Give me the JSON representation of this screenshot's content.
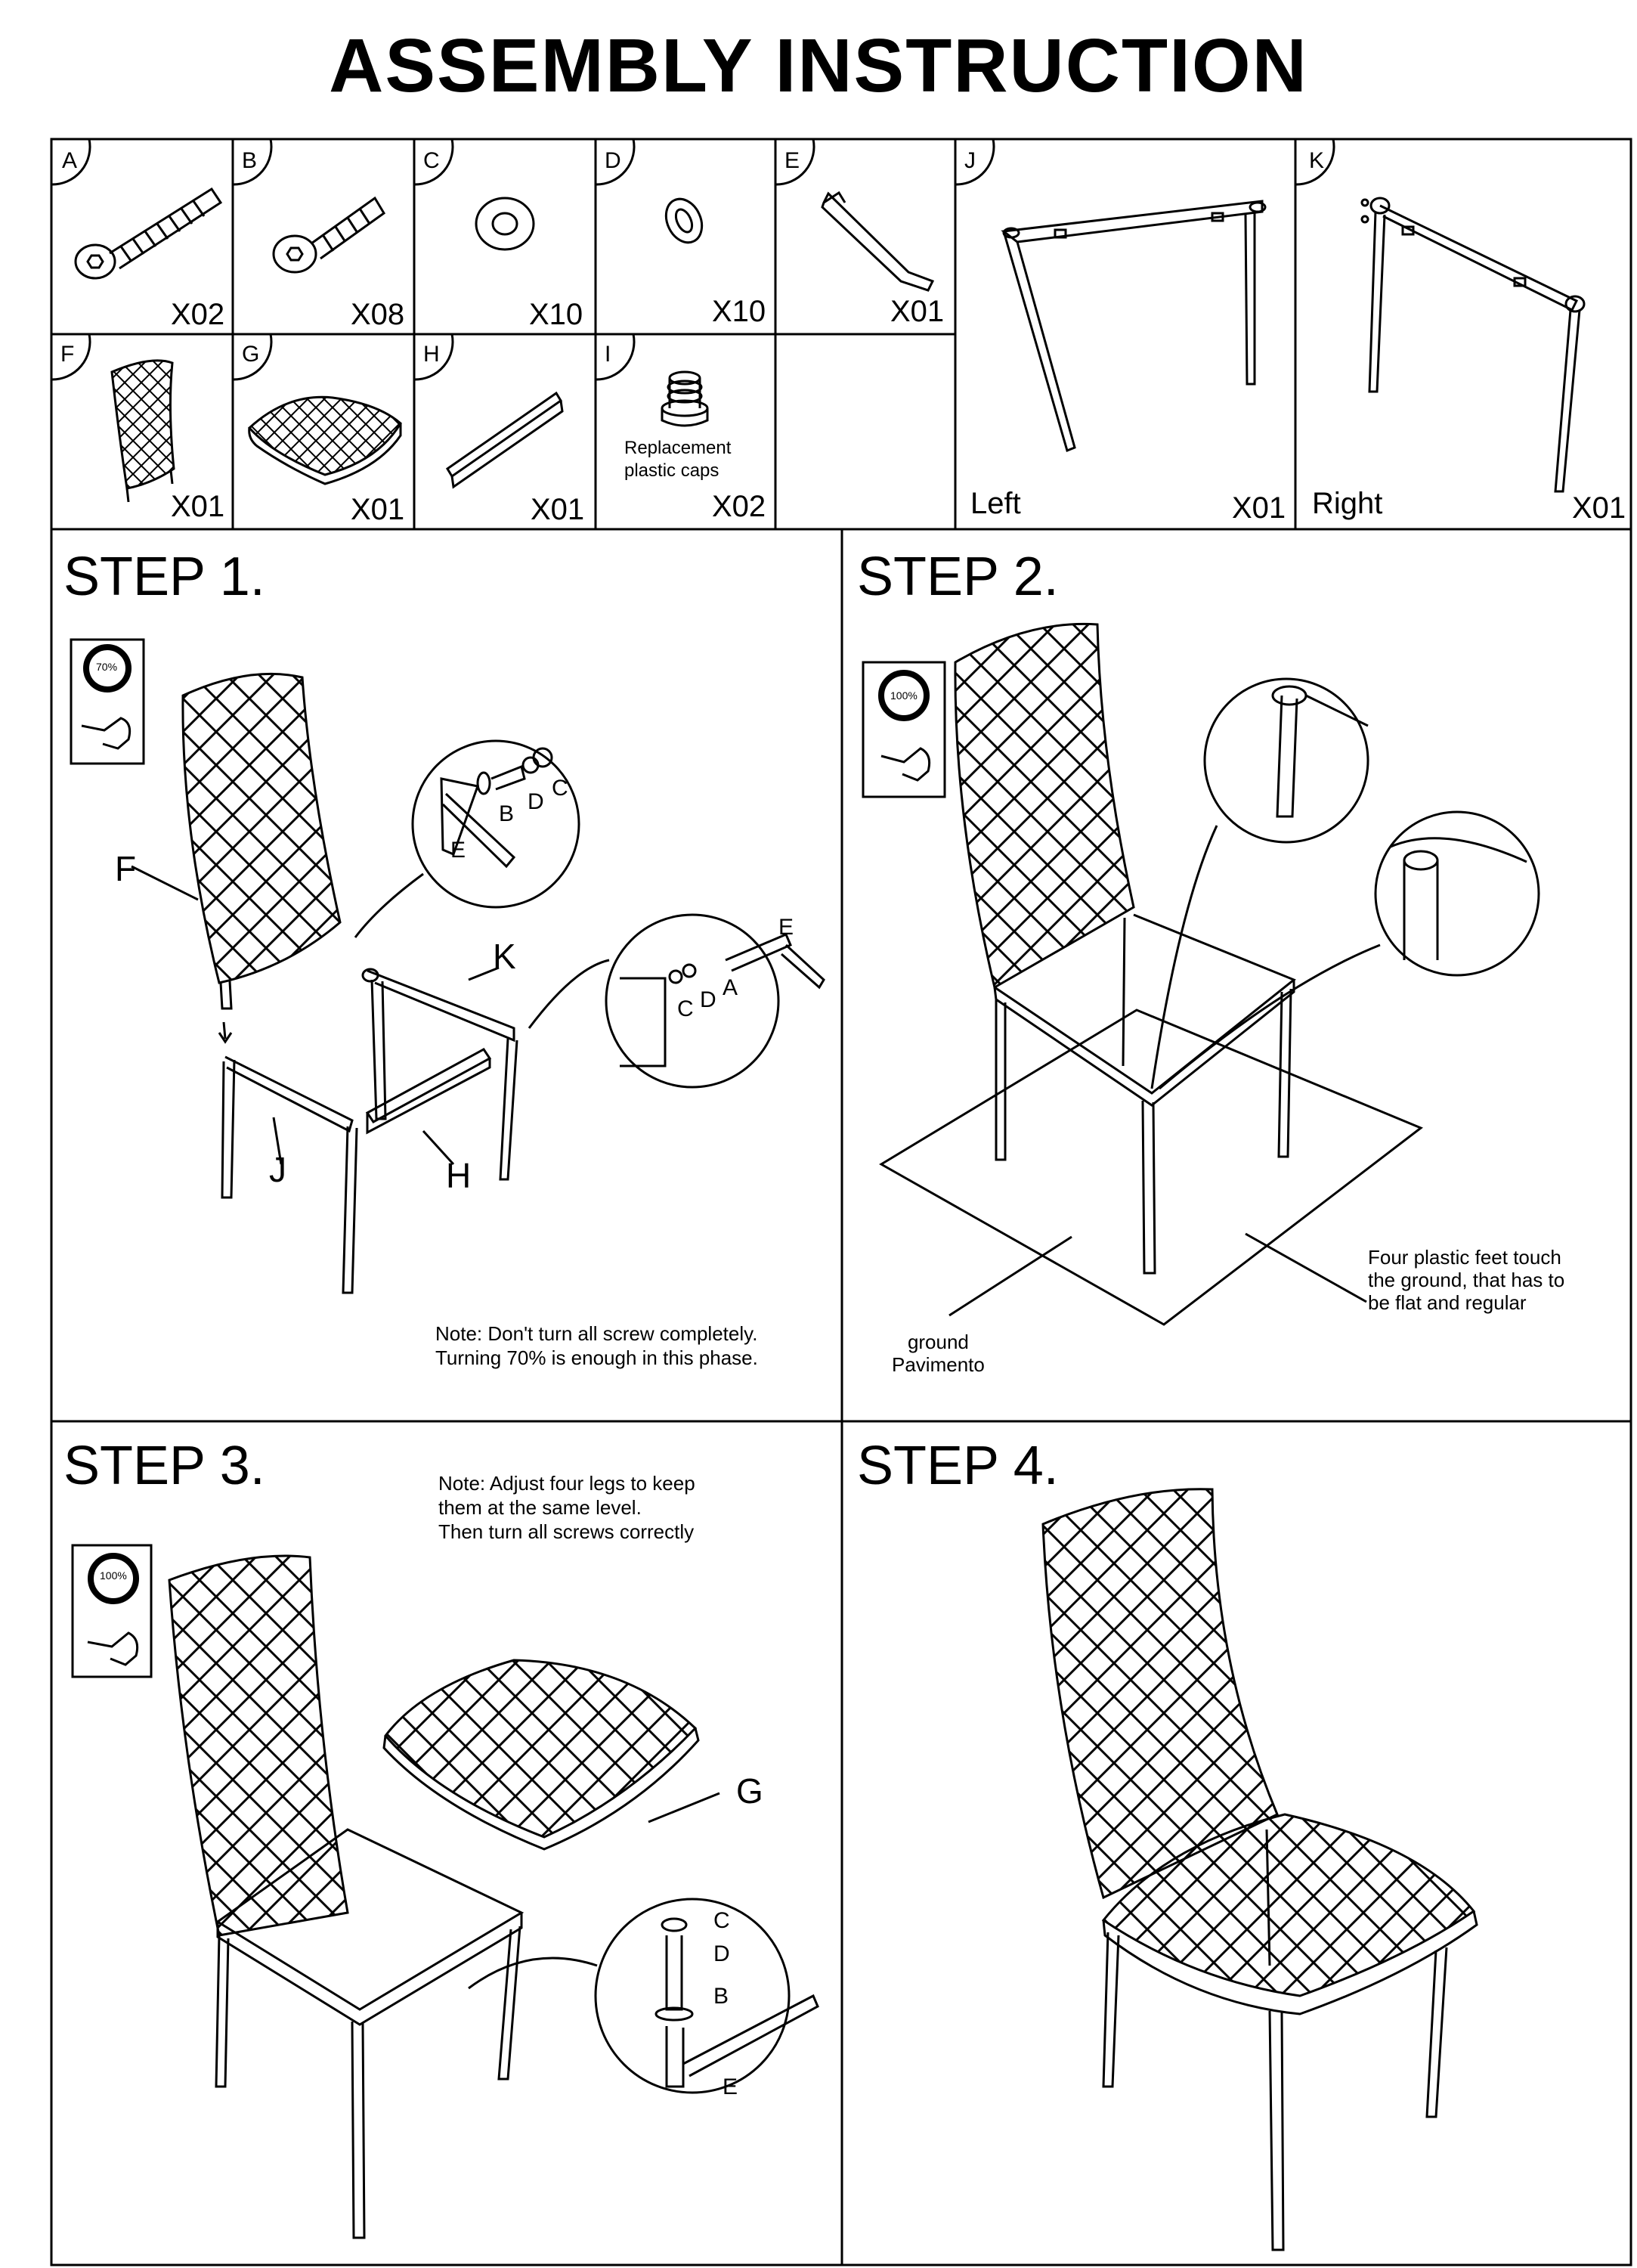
{
  "title": "ASSEMBLY  INSTRUCTION",
  "parts": [
    {
      "letter": "A",
      "qty": "X02"
    },
    {
      "letter": "B",
      "qty": "X08"
    },
    {
      "letter": "C",
      "qty": "X10"
    },
    {
      "letter": "D",
      "qty": "X10"
    },
    {
      "letter": "E",
      "qty": "X01"
    },
    {
      "letter": "F",
      "qty": "X01"
    },
    {
      "letter": "G",
      "qty": "X01"
    },
    {
      "letter": "H",
      "qty": "X01"
    },
    {
      "letter": "I",
      "qty": "X02",
      "caption": "Replacement\nplastic caps"
    },
    {
      "letter": "J",
      "qty": "X01",
      "caption": "Left"
    },
    {
      "letter": "K",
      "qty": "X01",
      "caption": "Right"
    }
  ],
  "steps": [
    {
      "title": "STEP 1.",
      "badge": "70%",
      "note": "Note: Don't turn all screw completely.\nTurning 70% is enough in this phase.",
      "callouts": {
        "f": "F",
        "k": "K",
        "j": "J",
        "h": "H",
        "zoom1": [
          "B",
          "D",
          "C",
          "E"
        ],
        "zoom2": [
          "C",
          "D",
          "A",
          "E"
        ]
      }
    },
    {
      "title": "STEP 2.",
      "badge": "100%",
      "ground": "ground\nPavimento",
      "feet_note": "Four plastic feet touch\nthe ground, that has to\nbe flat and regular"
    },
    {
      "title": "STEP 3.",
      "badge": "100%",
      "note": "Note: Adjust four legs to keep\nthem at the same level.\nThen turn all screws correctly",
      "callouts": {
        "g": "G",
        "zoom": [
          "C",
          "D",
          "B",
          "E"
        ]
      }
    },
    {
      "title": "STEP 4."
    }
  ]
}
